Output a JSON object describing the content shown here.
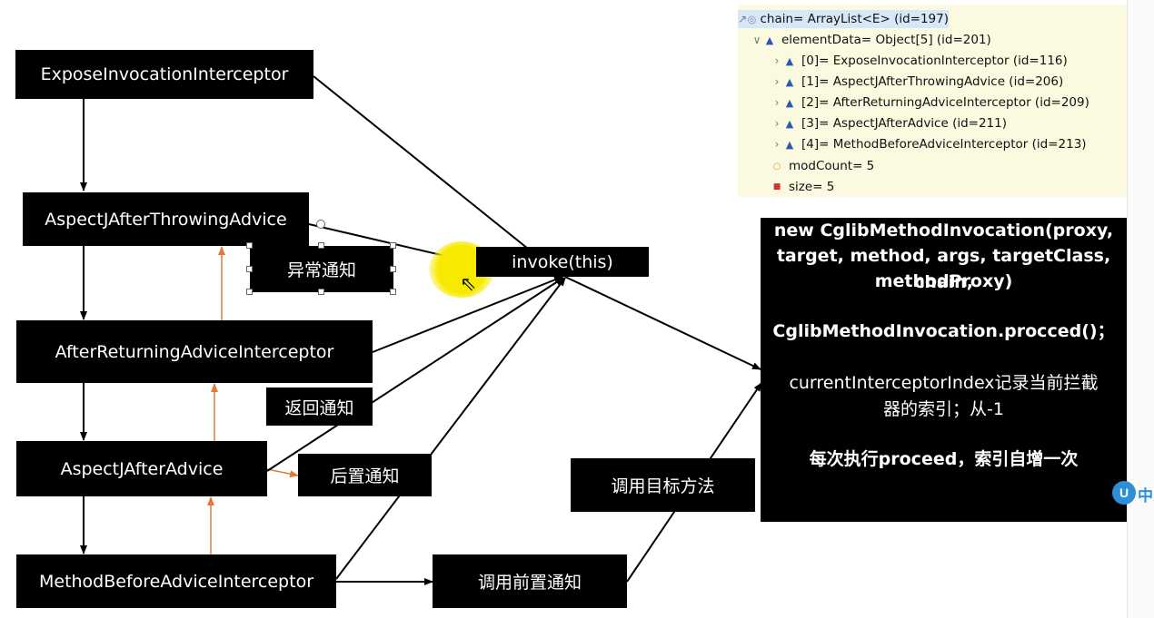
{
  "diagram": {
    "boxes": {
      "expose": "ExposeInvocationInterceptor",
      "after_throwing": "AspectJAfterThrowingAdvice",
      "after_returning": "AfterReturningAdviceInterceptor",
      "after": "AspectJAfterAdvice",
      "method_before": "MethodBeforeAdviceInterceptor",
      "invoke": "invoke(this)",
      "exception_notice": "异常通知",
      "return_notice": "返回通知",
      "after_notice": "后置通知",
      "call_target": "调用目标方法",
      "call_before": "调用前置通知"
    },
    "info": {
      "line1": "new CglibMethodInvocation(proxy,",
      "line2": "target, method, args, targetClass, chain,",
      "line3": "methodProxy)",
      "line4": "CglibMethodInvocation.procced()；",
      "line5": "currentInterceptorIndex记录当前拦截",
      "line6": "器的索引；从-1",
      "line7": "每次执行proceed，索引自增一次"
    }
  },
  "debugger": {
    "chain": "chain= ArrayList<E>  (id=197)",
    "element_data": "elementData= Object[5]  (id=201)",
    "items": [
      "[0]= ExposeInvocationInterceptor  (id=116)",
      "[1]= AspectJAfterThrowingAdvice  (id=206)",
      "[2]= AfterReturningAdviceInterceptor  (id=209)",
      "[3]= AspectJAfterAdvice  (id=211)",
      "[4]= MethodBeforeAdviceInterceptor  (id=213)"
    ],
    "mod_count": "modCount= 5",
    "size": "size= 5"
  },
  "colors": {
    "box": "#000000",
    "orange_arrow": "#e07b39",
    "debug_bg": "#fbf9df",
    "triangle": "#2a58b6"
  },
  "badge": {
    "icon": "U",
    "text": "中"
  }
}
